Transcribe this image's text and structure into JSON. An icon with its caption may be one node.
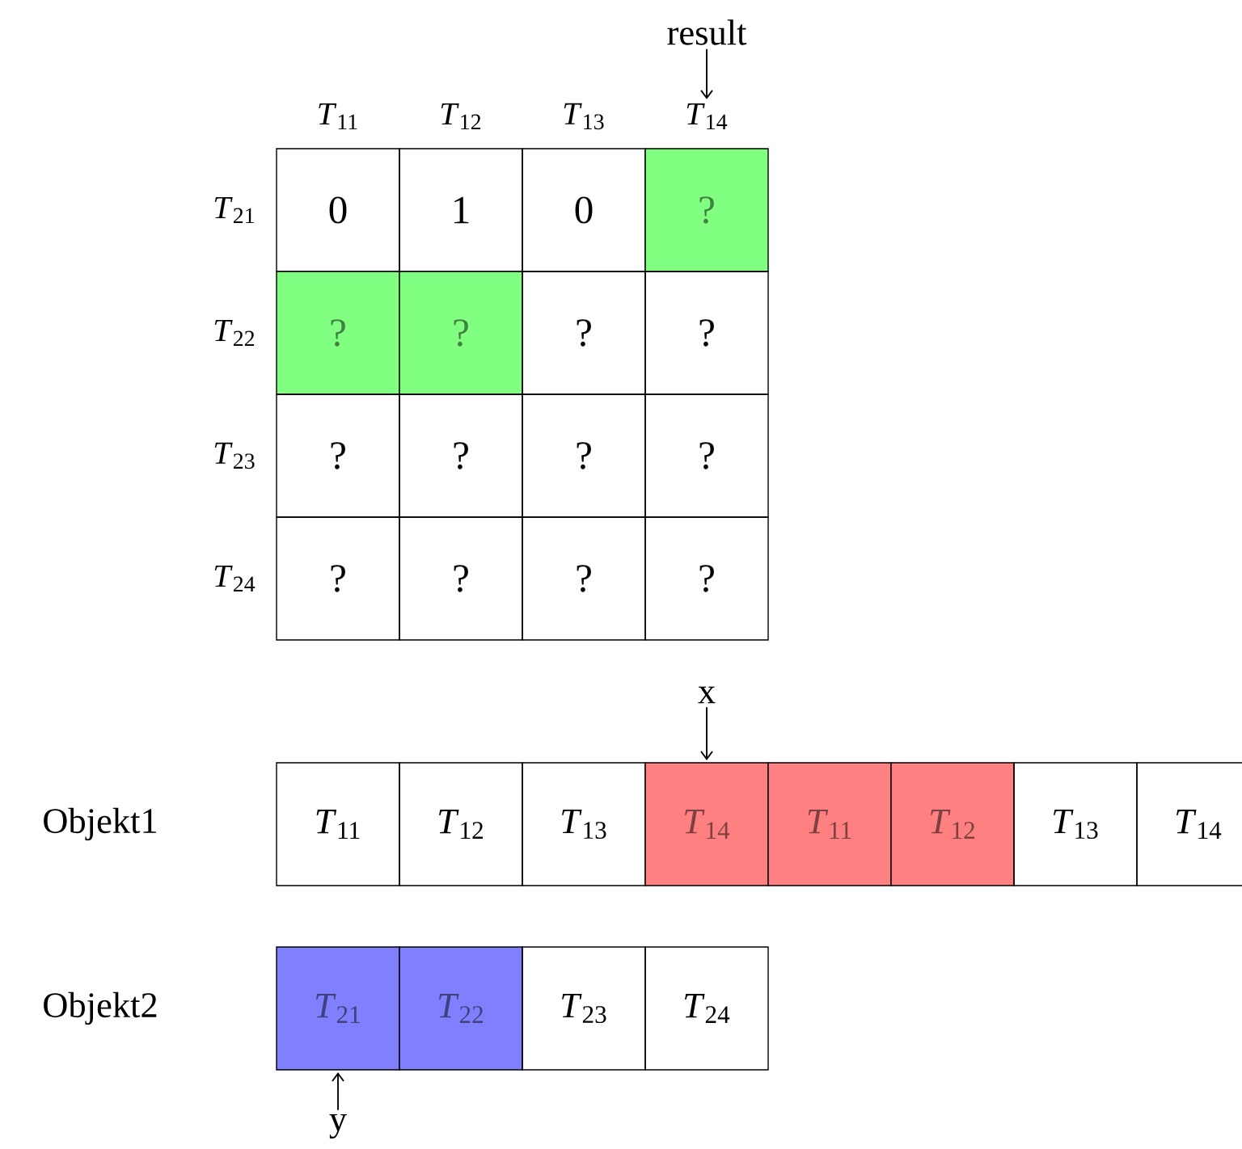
{
  "diagram": {
    "nodes": [
      {
        "text": [
          "result"
        ]
      },
      {
        "text": [
          "*T*$_{11}$"
        ]
      },
      {
        "text": [
          "*T*$_{12}$"
        ]
      },
      {
        "text": [
          "*T*$_{13}$"
        ]
      },
      {
        "text": [
          "*T*$_{14}$"
        ]
      },
      {
        "text": [
          "*T*$_{21}$"
        ]
      },
      {
        "text": [
          "0"
        ]
      },
      {
        "text": [
          "1"
        ]
      },
      {
        "text": [
          "0"
        ]
      },
      {
        "text": [
          "?"
        ]
      },
      {
        "text": [
          "*T*$_{22}$"
        ]
      },
      {
        "text": [
          "?"
        ]
      },
      {
        "text": [
          "?"
        ]
      },
      {
        "text": [
          "?"
        ]
      },
      {
        "text": [
          "?"
        ]
      },
      {
        "text": [
          "*T*$_{23}$"
        ]
      },
      {
        "text": [
          "?"
        ]
      },
      {
        "text": [
          "?"
        ]
      },
      {
        "text": [
          "?"
        ]
      },
      {
        "text": [
          "?"
        ]
      },
      {
        "text": [
          "*T*$_{24}$"
        ]
      },
      {
        "text": [
          "?"
        ]
      },
      {
        "text": [
          "?"
        ]
      },
      {
        "text": [
          "?"
        ]
      },
      {
        "text": [
          "?"
        ]
      },
      {
        "text": [
          "x"
        ]
      },
      {
        "text": [
          "*T*$_{11}$"
        ]
      },
      {
        "text": [
          "*T*$_{12}$"
        ]
      },
      {
        "text": [
          "*T*$_{13}$"
        ]
      },
      {
        "text": [
          "*T*$_{14}$"
        ]
      },
      {
        "text": [
          "*T*$_{11}$"
        ]
      },
      {
        "text": [
          "*T*$_{12}$"
        ]
      },
      {
        "text": [
          "*T*$_{13}$"
        ]
      },
      {
        "text": [
          "*T*$_{14}$"
        ]
      },
      {
        "text": [
          "*T*$_{21}$"
        ]
      },
      {
        "text": [
          "*T*$_{22}$"
        ]
      },
      {
        "text": [
          "*T*$_{23}$"
        ]
      },
      {
        "text": [
          "*T*$_{24}$"
        ]
      },
      {
        "text": [
          "y"
        ]
      }
    ],
    "edges": [
      {
        "from": 0,
        "to": 4,
        "arrow": "to"
      },
      {
        "from": 25,
        "to": 29,
        "arrow": "to"
      },
      {
        "from": 38,
        "to": 34,
        "arrow": "to"
      }
    ],
    "labels": [
      "Objekt1",
      "Objekt2"
    ]
  }
}
